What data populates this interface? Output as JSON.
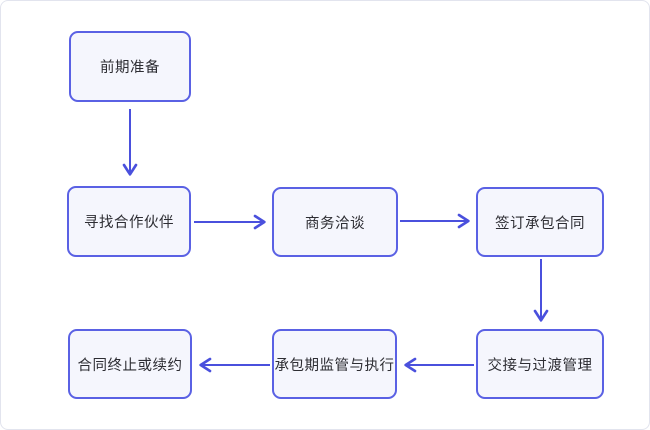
{
  "diagram": {
    "type": "flowchart",
    "nodes": [
      {
        "id": "prep",
        "label": "前期准备"
      },
      {
        "id": "partners",
        "label": "寻找合作伙伴"
      },
      {
        "id": "negotiate",
        "label": "商务洽谈"
      },
      {
        "id": "sign",
        "label": "签订承包合同"
      },
      {
        "id": "handover",
        "label": "交接与过渡管理"
      },
      {
        "id": "supervise",
        "label": "承包期监管与执行"
      },
      {
        "id": "terminate",
        "label": "合同终止或续约"
      }
    ],
    "edges": [
      {
        "from": "前期准备",
        "to": "寻找合作伙伴",
        "direction": "down"
      },
      {
        "from": "寻找合作伙伴",
        "to": "商务洽谈",
        "direction": "right"
      },
      {
        "from": "商务洽谈",
        "to": "签订承包合同",
        "direction": "right"
      },
      {
        "from": "签订承包合同",
        "to": "交接与过渡管理",
        "direction": "down"
      },
      {
        "from": "交接与过渡管理",
        "to": "承包期监管与执行",
        "direction": "left"
      },
      {
        "from": "承包期监管与执行",
        "to": "合同终止或续约",
        "direction": "left"
      }
    ],
    "colors": {
      "node_border": "#5a61e4",
      "node_fill": "#f5f6fd",
      "arrow": "#4a50dd",
      "text": "#2d2d33",
      "frame_border": "#e2e4ee",
      "background": "#ffffff"
    }
  }
}
